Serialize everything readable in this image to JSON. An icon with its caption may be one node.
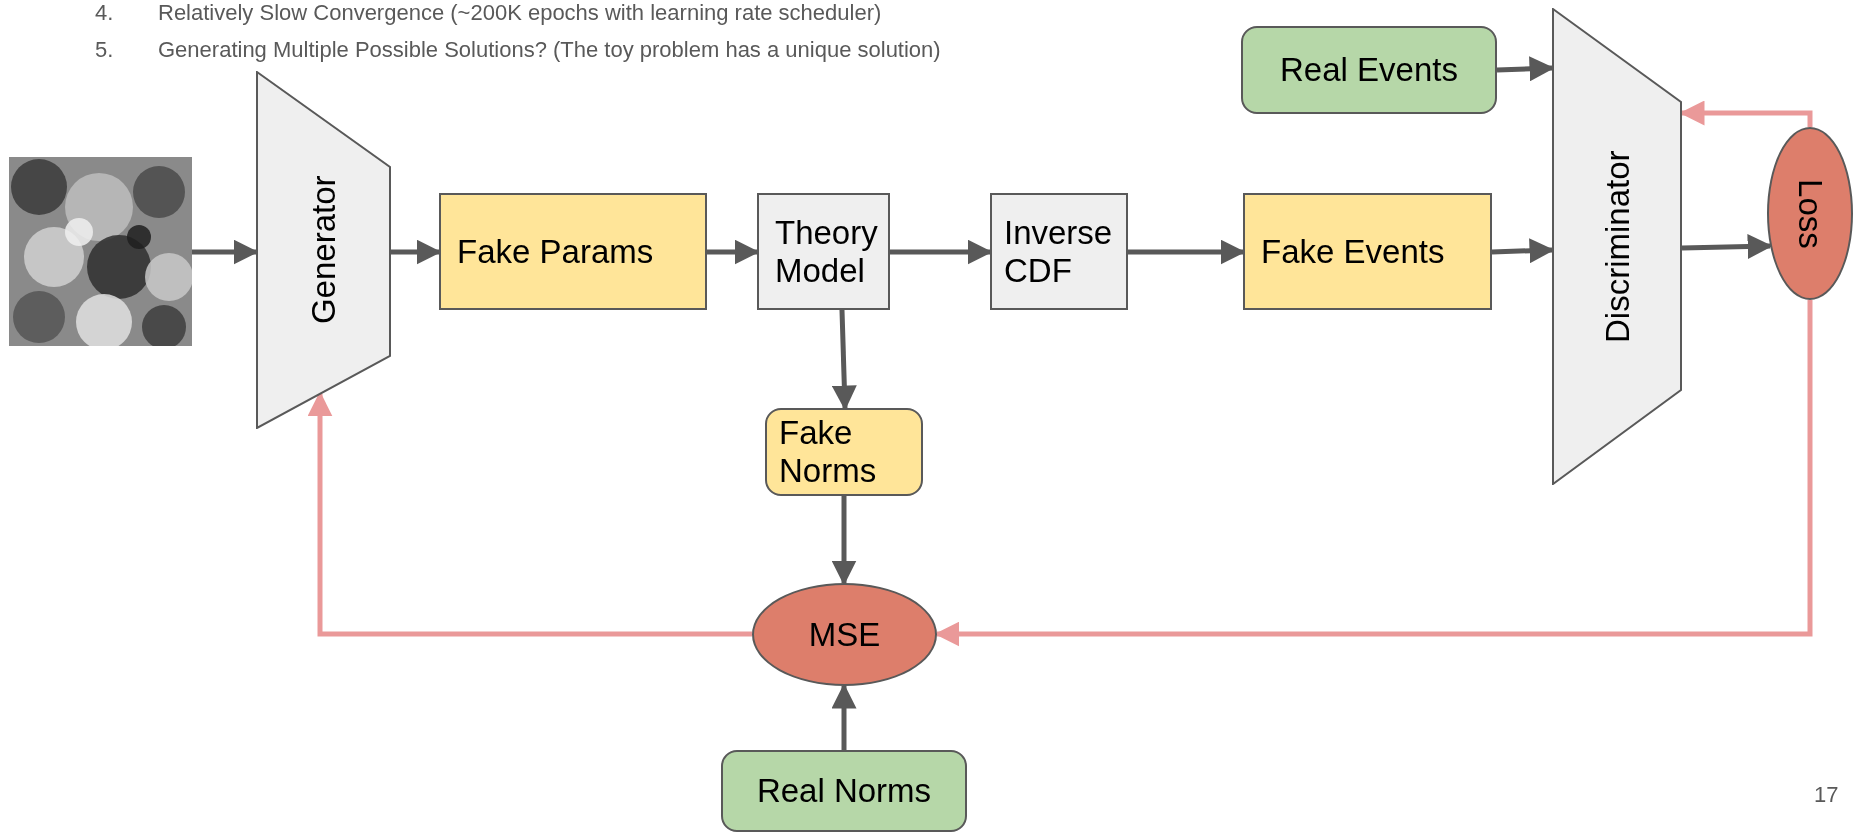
{
  "diagram": {
    "nodes": [
      {
        "text": [],
        "shape": "picture"
      },
      {
        "text": [
          "Generator"
        ]
      },
      {
        "text": [
          "Fake Params"
        ]
      },
      {
        "text": [
          "Theory Model"
        ]
      },
      {
        "text": [
          "Inverse CDF"
        ]
      },
      {
        "text": [
          "Fake Events"
        ]
      },
      {
        "text": [
          "Real Events"
        ]
      },
      {
        "text": [
          "Discriminator"
        ]
      },
      {
        "text": [
          "Loss"
        ]
      },
      {
        "text": [
          "Fake Norms"
        ]
      },
      {
        "text": [
          "MSE"
        ]
      },
      {
        "text": [
          "Real Norms"
        ]
      }
    ],
    "edges": [
      {
        "from": 0,
        "to": 1,
        "arrow": "to"
      },
      {
        "from": 1,
        "to": 2,
        "arrow": "to"
      },
      {
        "from": 2,
        "to": 3,
        "arrow": "to"
      },
      {
        "from": 3,
        "to": 4,
        "arrow": "to"
      },
      {
        "from": 4,
        "to": 5,
        "arrow": "to"
      },
      {
        "from": 5,
        "to": 7,
        "arrow": "to"
      },
      {
        "from": 6,
        "to": 7,
        "arrow": "to"
      },
      {
        "from": 7,
        "to": 8,
        "arrow": "to"
      },
      {
        "from": 3,
        "to": 9,
        "arrow": "to"
      },
      {
        "from": 9,
        "to": 10,
        "arrow": "to"
      },
      {
        "from": 11,
        "to": 10,
        "arrow": "to"
      },
      {
        "from": 10,
        "to": 1,
        "arrow": "to",
        "color": "#ea9999"
      },
      {
        "from": 8,
        "to": 10,
        "arrow": "to",
        "color": "#ea9999"
      },
      {
        "from": 8,
        "to": 7,
        "arrow": "to",
        "color": "#ea9999"
      }
    ],
    "labels": [
      "4.",
      "Relatively Slow Convergence (~200K epochs with learning rate scheduler)",
      "5.",
      "Generating Multiple Possible Solutions? (The toy problem has a unique solution)",
      "17"
    ]
  }
}
